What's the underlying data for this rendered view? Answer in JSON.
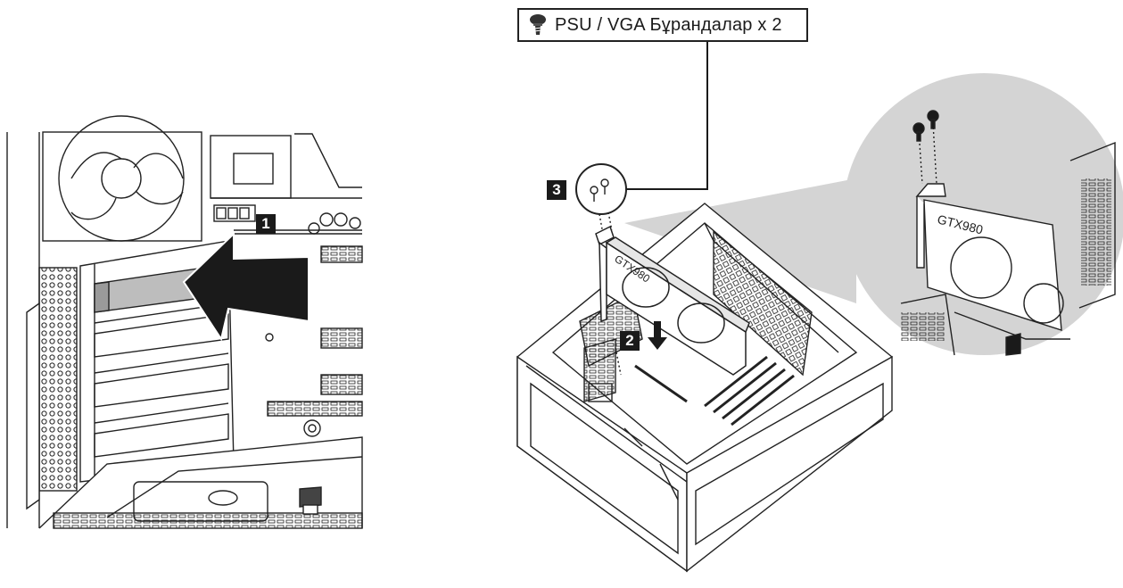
{
  "screw_label": {
    "text": "PSU / VGA Бұрандалар x 2",
    "icon": "screw-icon"
  },
  "steps": {
    "step1": "1",
    "step2": "2",
    "step3": "3"
  },
  "colors": {
    "line": "#1a1a1a",
    "zoom_circle": "#d4d4d4",
    "highlight": "#bdbdbd"
  }
}
